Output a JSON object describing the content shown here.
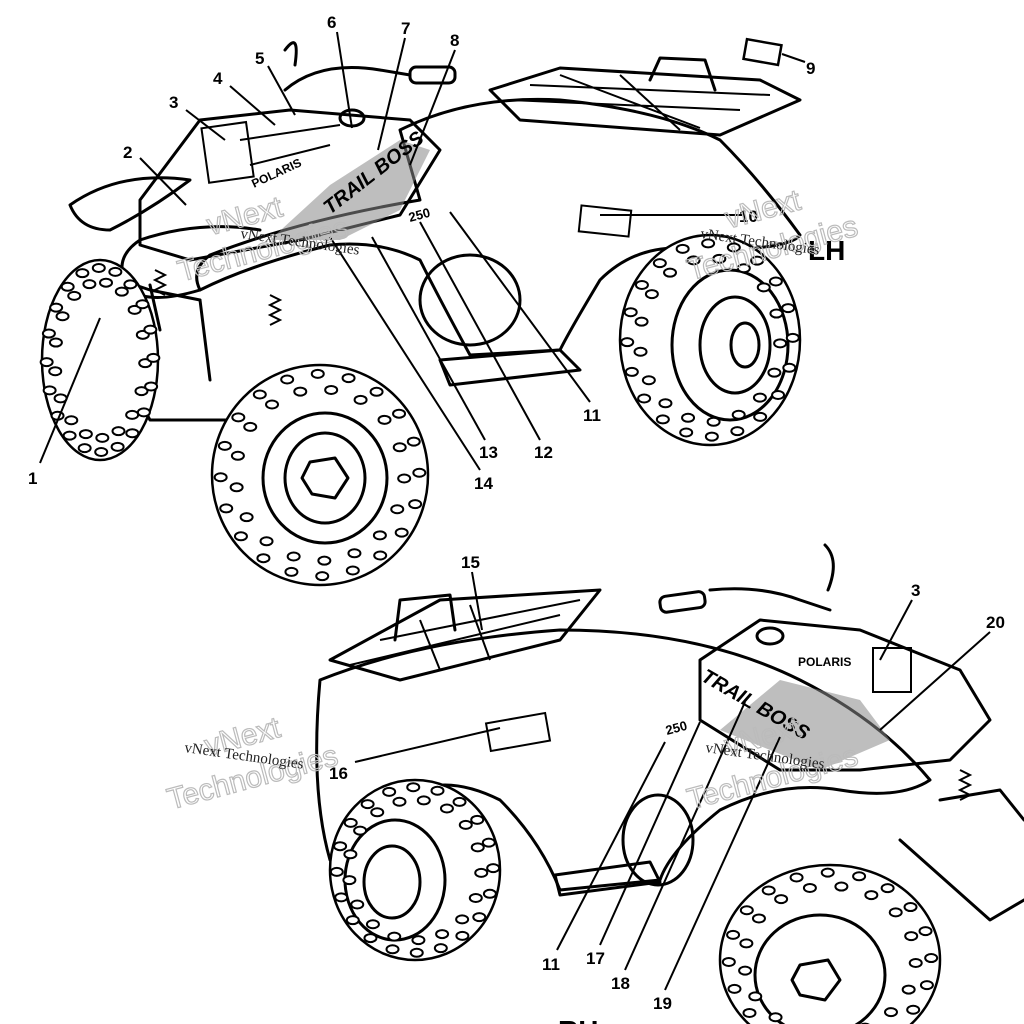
{
  "diagram": {
    "top_view_label": "LH",
    "bottom_view_label": "RH",
    "callouts_top": [
      "1",
      "2",
      "3",
      "4",
      "5",
      "6",
      "7",
      "8",
      "9",
      "10",
      "11",
      "12",
      "13",
      "14"
    ],
    "callouts_bottom": [
      "15",
      "16",
      "3",
      "20",
      "11",
      "17",
      "18",
      "19"
    ],
    "decal_text": {
      "brand": "POLARIS",
      "model": "TRAIL BOSS",
      "size": "250"
    },
    "watermark": {
      "line1": "vNext",
      "line2": "Technologies",
      "small": "vNext Technologies"
    }
  }
}
